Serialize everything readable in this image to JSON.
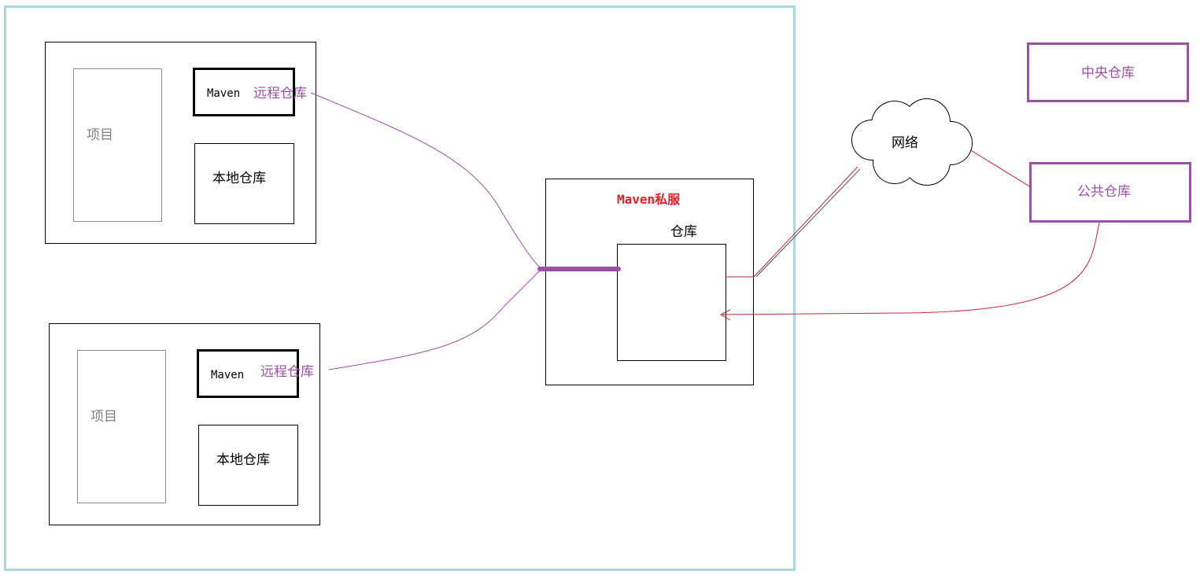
{
  "clients": [
    {
      "project_label": "项目",
      "maven_label": "Maven",
      "remote_repo_label": "远程仓库",
      "local_repo_label": "本地仓库"
    },
    {
      "project_label": "项目",
      "maven_label": "Maven",
      "remote_repo_label": "远程仓库",
      "local_repo_label": "本地仓库"
    }
  ],
  "private_server": {
    "title": "Maven私服",
    "repo_label": "仓库"
  },
  "network": {
    "label": "网络"
  },
  "central_repo": {
    "label": "中央仓库"
  },
  "public_repo": {
    "label": "公共仓库"
  },
  "colors": {
    "frame": "#a8d8e0",
    "purple": "#9b4fa6",
    "red_line": "#c0282e",
    "title_red": "#e8202a"
  }
}
